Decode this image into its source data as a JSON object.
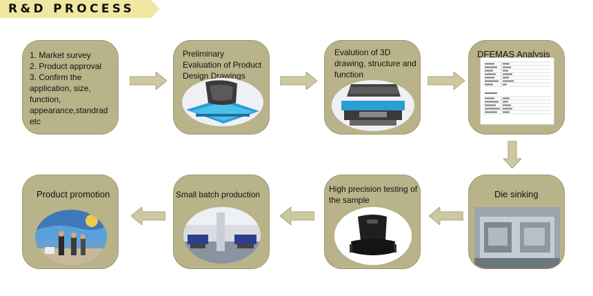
{
  "banner": {
    "title": "R&D PROCESS",
    "color": "#f0e7a2"
  },
  "colors": {
    "card": "#b8b388",
    "arrow": "#ccc8a0",
    "arrow_stroke": "#a8a47e"
  },
  "steps": [
    {
      "text": "1. Market survey\n2. Product approval\n3. Confirm the application, size, function, appearance,standrad etc"
    },
    {
      "text": "Preliminary\nEvaluation of Product Design Drawings",
      "image": "seat-cad-render"
    },
    {
      "text": "Evalution of 3D drawing, structure and function",
      "image": "seat-3d-exploded-render"
    },
    {
      "text": "DFEMAS Analysis",
      "image": "dfemas-analysis-table"
    },
    {
      "text": "Die sinking",
      "image": "mold-die-photo"
    },
    {
      "text": "High precision testing of the sample",
      "image": "black-seat-sample-photo"
    },
    {
      "text": "Small batch production",
      "image": "factory-floor-photo"
    },
    {
      "text": "Product promotion",
      "image": "trade-show-booth-photo"
    }
  ]
}
